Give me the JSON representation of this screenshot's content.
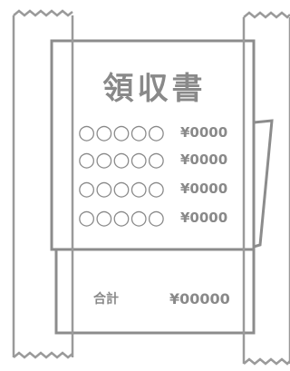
{
  "receipt": {
    "title": "領収書",
    "items": [
      {
        "name": "○○○○○",
        "amount": "¥0000"
      },
      {
        "name": "○○○○○",
        "amount": "¥0000"
      },
      {
        "name": "○○○○○",
        "amount": "¥0000"
      },
      {
        "name": "○○○○○",
        "amount": "¥0000"
      }
    ],
    "total_label": "合計",
    "total_amount": "¥00000"
  },
  "colors": {
    "stroke": "#8c8c8c",
    "background": "#ffffff"
  }
}
